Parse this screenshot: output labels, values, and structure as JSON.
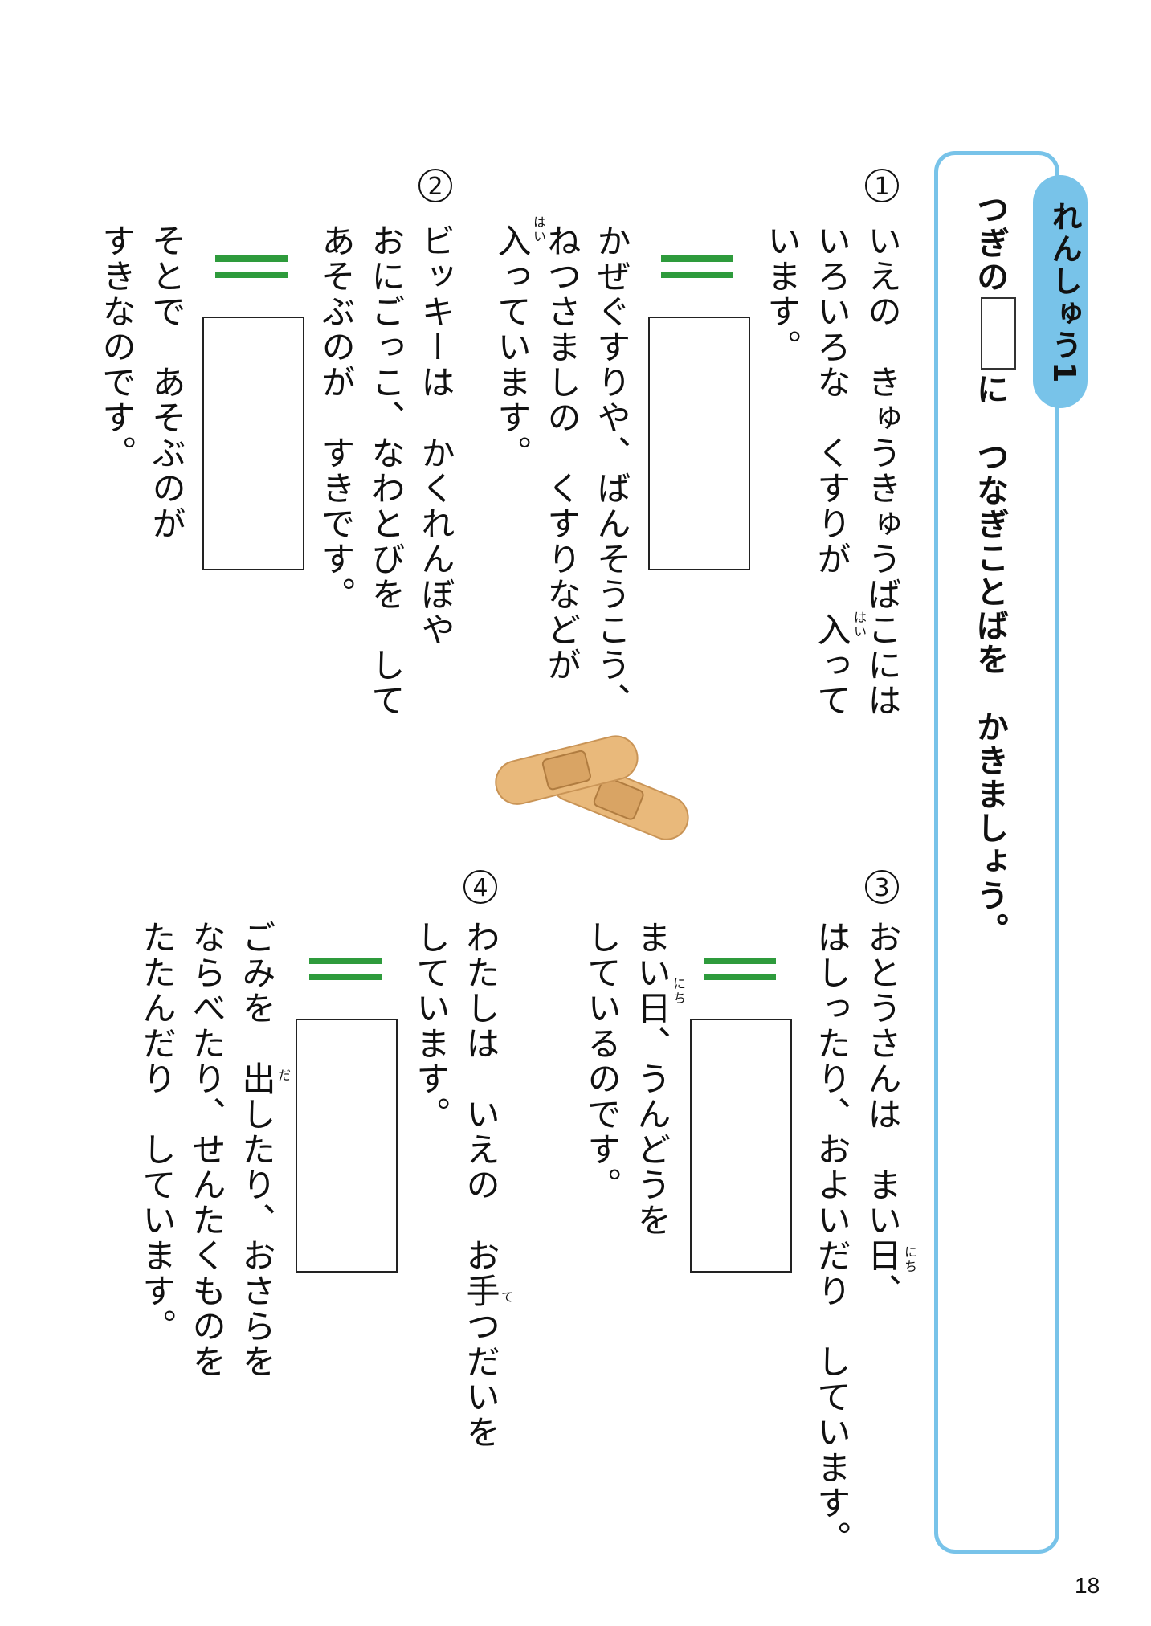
{
  "header": {
    "tab_label": "れんしゅう1",
    "instruction_part1": "つぎの",
    "instruction_part2": "に　つなぎことばを　かきましょう。"
  },
  "questions": [
    {
      "number": "1",
      "lines": [
        "いえの　きゅうきゅうばこには",
        "いろいろな　くすりが　入って",
        "います。"
      ],
      "lines_after": [
        "かぜぐすりや、ばんそうこう、",
        "ねつさましの　くすりなどが",
        "入っています。"
      ]
    },
    {
      "number": "2",
      "lines": [
        "ビッキーは　かくれんぼや",
        "おにごっこ、なわとびを　して",
        "あそぶのが　すきです。"
      ],
      "lines_after": [
        "そとで　あそぶのが",
        "すきなのです。"
      ]
    },
    {
      "number": "3",
      "lines": [
        "おとうさんは　まい日、",
        "はしったり、およいだり　しています。"
      ],
      "lines_after": [
        "まい日、うんどうを",
        "しているのです。"
      ]
    },
    {
      "number": "4",
      "lines": [
        "わたしは　いえの　お手つだいを",
        "しています。"
      ],
      "lines_after": [
        "ごみを　出したり、おさらを",
        "ならべたり、せんたくものを",
        "たたんだり　しています。"
      ]
    }
  ],
  "furigana": {
    "hai": "はい",
    "nichi": "にち",
    "te": "て",
    "da": "だ"
  },
  "page_number": "18",
  "colors": {
    "accent_blue": "#78c3e9",
    "equals_green": "#2e9b3c",
    "bandage": "#e9b97b"
  },
  "decoration": {
    "illustration": "bandage-illustration"
  }
}
